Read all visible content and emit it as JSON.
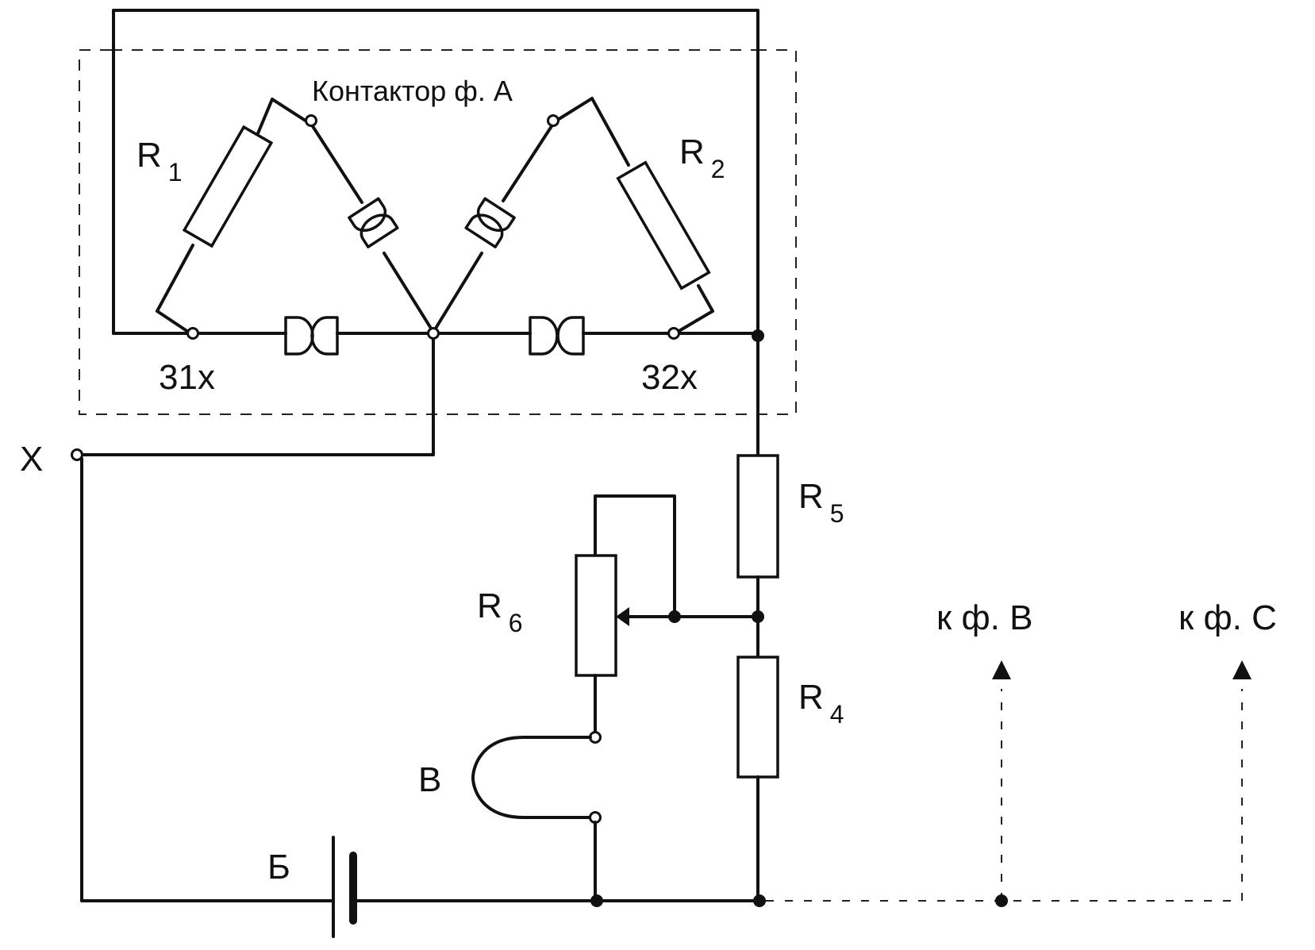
{
  "contactor_label": "Контактор ф. А",
  "labels": {
    "r1": {
      "letter": "R",
      "sub": "1"
    },
    "r2": {
      "letter": "R",
      "sub": "2"
    },
    "r4": {
      "letter": "R",
      "sub": "4"
    },
    "r5": {
      "letter": "R",
      "sub": "5"
    },
    "r6": {
      "letter": "R",
      "sub": "6"
    },
    "terminal_31": "31x",
    "terminal_32": "32x",
    "point_x": "X",
    "point_b": "В",
    "battery": "Б",
    "to_phase_b": "к ф. В",
    "to_phase_c": "к ф. С"
  }
}
